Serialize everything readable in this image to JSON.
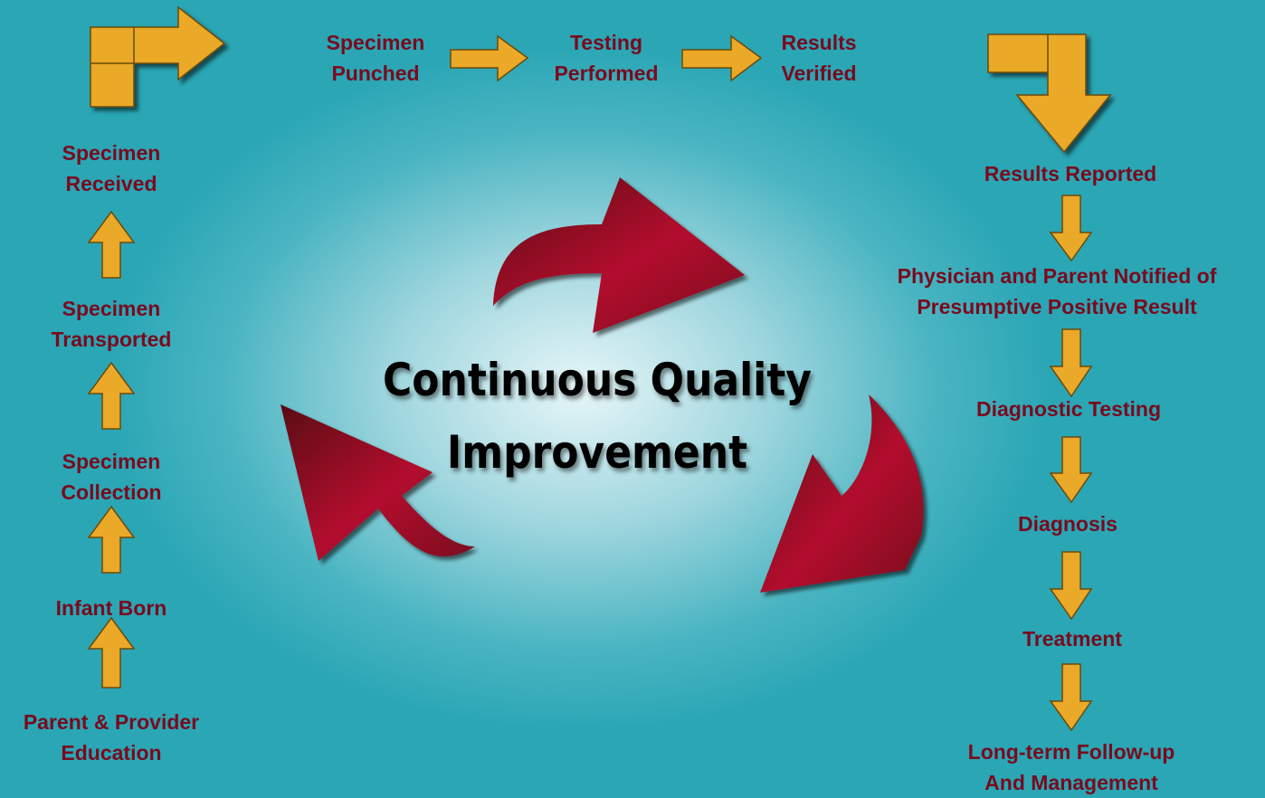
{
  "center": {
    "line1": "Continuous Quality",
    "line2": "Improvement"
  },
  "left_column": [
    {
      "line1": "Specimen",
      "line2": "Received"
    },
    {
      "line1": "Specimen",
      "line2": "Transported"
    },
    {
      "line1": "Specimen",
      "line2": "Collection"
    },
    {
      "line1": "Infant Born"
    },
    {
      "line1": "Parent & Provider",
      "line2": "Education"
    }
  ],
  "top_row": [
    {
      "line1": "Specimen",
      "line2": "Punched"
    },
    {
      "line1": "Testing",
      "line2": "Performed"
    },
    {
      "line1": "Results",
      "line2": "Verified"
    }
  ],
  "right_column": [
    {
      "line1": "Results Reported"
    },
    {
      "line1": "Physician and Parent Notified of",
      "line2": "Presumptive Positive Result"
    },
    {
      "line1": "Diagnostic Testing"
    },
    {
      "line1": "Diagnosis"
    },
    {
      "line1": "Treatment"
    },
    {
      "line1": "Long-term Follow-up",
      "line2": "And Management"
    }
  ],
  "colors": {
    "label_text": "#7a0a1e",
    "step_arrow_fill": "#eaa928",
    "cycle_arrow_fill": "#a80f2c",
    "background": "#2aa6b5"
  }
}
